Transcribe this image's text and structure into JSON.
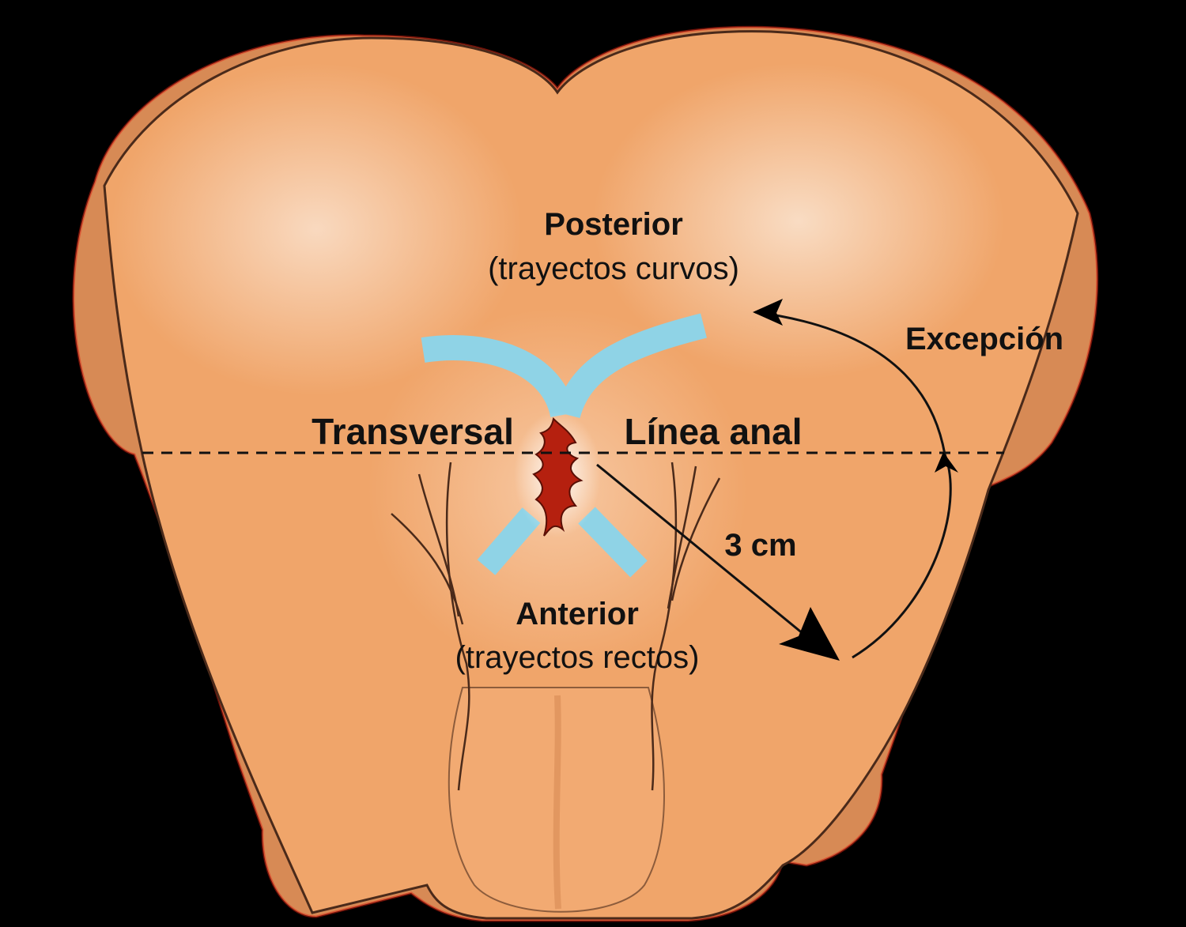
{
  "labels": {
    "posterior": "Posterior",
    "posterior_sub": "(trayectos curvos)",
    "anterior": "Anterior",
    "anterior_sub": "(trayectos rectos)",
    "transversal": "Transversal",
    "linea_anal": "Línea anal",
    "excepcion": "Excepción",
    "distance": "3 cm"
  },
  "colors": {
    "background": "#000000",
    "skin": "#f0a56a",
    "skin_light": "#f8d2b4",
    "skin_dark": "#d78a55",
    "outline": "#4a2a1a",
    "path_blue": "#8fd3e6",
    "anus_red": "#b5200f",
    "text": "#111111"
  }
}
